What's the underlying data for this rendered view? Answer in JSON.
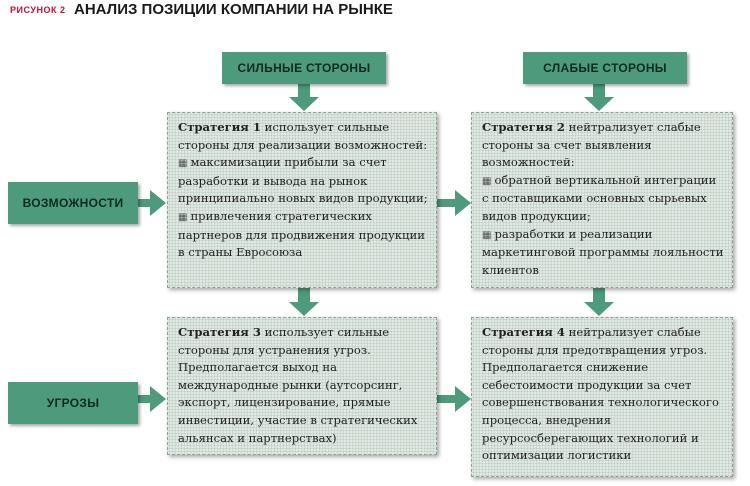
{
  "figure": {
    "label": "РИСУНОК 2",
    "title": "АНАЛИЗ ПОЗИЦИИ КОМПАНИИ НА РЫНКЕ"
  },
  "columns": {
    "strengths": "СИЛЬНЫЕ СТОРОНЫ",
    "weaknesses": "СЛАБЫЕ СТОРОНЫ"
  },
  "rows": {
    "opportunities": "ВОЗМОЖНОСТИ",
    "threats": "УГРОЗЫ"
  },
  "strategies": {
    "s1": {
      "title": "Стратегия 1",
      "text": " использует сильные стороны для реализации возможностей:",
      "bullets": [
        "максимизации прибыли за счет разработки и вывода на рынок принципиально новых видов продукции;",
        "привлечения стратегических партнеров для продвижения продукции в страны Евросоюза"
      ]
    },
    "s2": {
      "title": "Стратегия 2",
      "text": " нейтрализует слабые стороны за счет выявления возможностей:",
      "bullets": [
        "обратной вертикальной интеграции с поставщиками основных сырьевых видов продукции;",
        "разработки и реализации маркетинговой программы лояльности клиентов"
      ]
    },
    "s3": {
      "title": "Стратегия 3",
      "text": " использует сильные стороны для устранения угроз. Предполагается выход на международные рынки (аутсорсинг, экспорт, лицензирование, прямые инвестиции, участие в стратегических альянсах и партнерствах)"
    },
    "s4": {
      "title": "Стратегия 4",
      "text": " нейтрализует слабые стороны для предотвращения угроз. Предполагается снижение себестоимости продукции за счет совершенствования технологического процесса, внедрения ресурсосберегающих технологий и оптимизации логистики"
    }
  },
  "colors": {
    "accent": "#4d9a7d",
    "box_fill": "#dfe8e2",
    "label_red": "#c8102e"
  }
}
